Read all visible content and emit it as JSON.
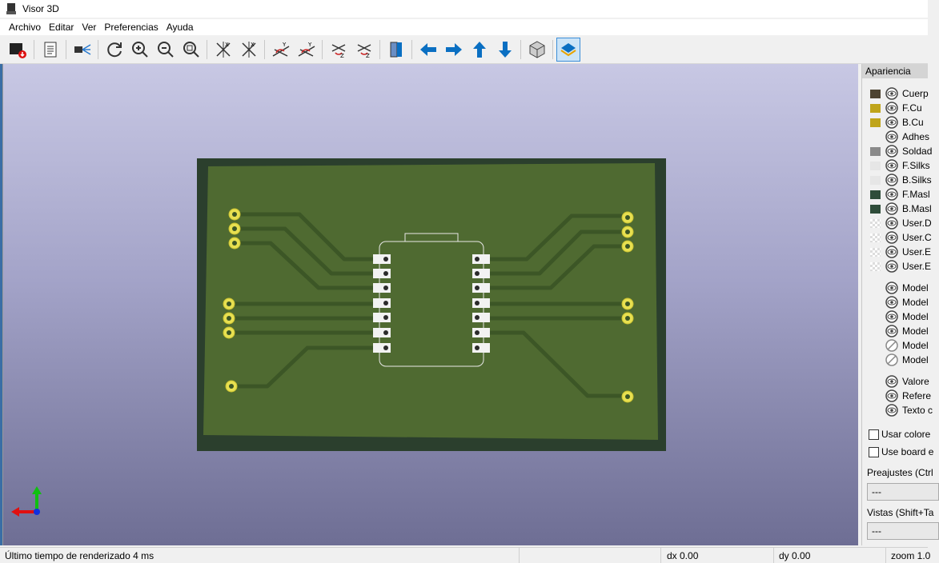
{
  "window": {
    "title": "Visor 3D"
  },
  "menu": [
    "Archivo",
    "Editar",
    "Ver",
    "Preferencias",
    "Ayuda"
  ],
  "toolbar": {
    "icons": [
      "export-icon",
      "copy-icon",
      "raytrace-icon",
      "reload-icon",
      "zoom-in-icon",
      "zoom-out-icon",
      "zoom-fit-icon",
      "rotate-x-cw-icon",
      "rotate-x-ccw-icon",
      "rotate-y-cw-icon",
      "rotate-y-ccw-icon",
      "rotate-z-cw-icon",
      "rotate-z-ccw-icon",
      "flip-board-icon",
      "pan-left-icon",
      "pan-right-icon",
      "pan-up-icon",
      "pan-down-icon",
      "orthographic-icon",
      "layers-toggle-icon"
    ],
    "accent": "#0a6fc2"
  },
  "panel": {
    "title": "Apariencia",
    "layers": [
      {
        "label": "Cuerp",
        "color": "#4d4331"
      },
      {
        "label": "F.Cu",
        "color": "#bfa41a"
      },
      {
        "label": "B.Cu",
        "color": "#bfa41a"
      },
      {
        "label": "Adhes",
        "color": ""
      },
      {
        "label": "Soldad",
        "color": "#8a8a8a"
      },
      {
        "label": "F.Silks",
        "color": "#e6e6e6"
      },
      {
        "label": "B.Silks",
        "color": "#e6e6e6"
      },
      {
        "label": "F.Masl",
        "color": "#2f4d3a"
      },
      {
        "label": "B.Masl",
        "color": "#2f4d3a"
      },
      {
        "label": "User.D",
        "color": "checker"
      },
      {
        "label": "User.C",
        "color": "checker"
      },
      {
        "label": "User.E",
        "color": "checker"
      },
      {
        "label": "User.E",
        "color": "checker"
      }
    ],
    "models": [
      {
        "label": "Model",
        "visible": true
      },
      {
        "label": "Model",
        "visible": true
      },
      {
        "label": "Model",
        "visible": true
      },
      {
        "label": "Model",
        "visible": true
      },
      {
        "label": "Model",
        "visible": false
      },
      {
        "label": "Model",
        "visible": false
      }
    ],
    "texts": [
      "Valore",
      "Refere",
      "Texto c"
    ],
    "checkboxes": [
      "Usar colore",
      "Use board e"
    ],
    "presets_label": "Preajustes (Ctrl",
    "presets_value": "---",
    "views_label": "Vistas (Shift+Ta",
    "views_value": "---"
  },
  "status": {
    "render_time": "Último tiempo de renderizado 4 ms",
    "dx": "dx 0.00",
    "dy": "dy 0.00",
    "zoom": "zoom 1.0"
  },
  "board": {
    "mask_color": "#3f5a2b",
    "edge_color": "#2a3f2a",
    "pad_color": "#e8e050",
    "smd_color": "#f2f2f2"
  }
}
